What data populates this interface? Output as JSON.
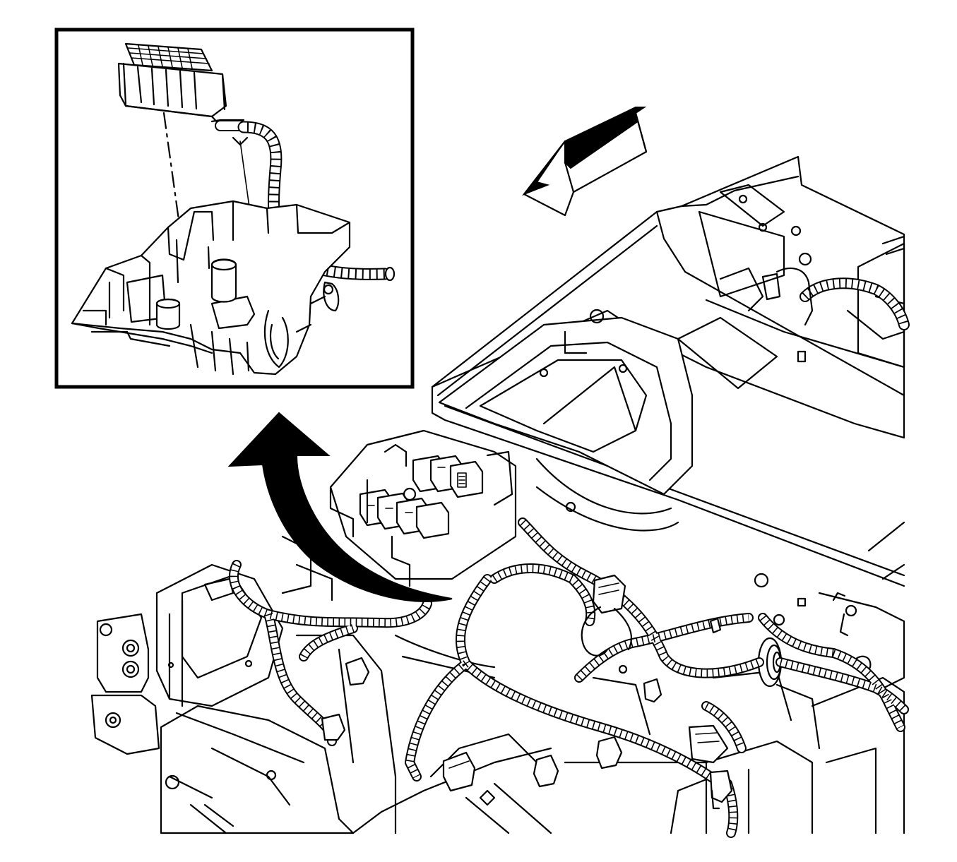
{
  "diagram": {
    "kind": "exploded service illustration",
    "style": "black line art on white",
    "colors": {
      "ink": "#000000",
      "paper": "#ffffff"
    }
  },
  "inset": {
    "parts": [
      "connector-block",
      "wire-harness",
      "mounting-bracket"
    ]
  },
  "arrows": [
    {
      "name": "direction-arrow",
      "icon": "block-arrow-left",
      "style": "outlined 3d"
    },
    {
      "name": "removal-arrow",
      "icon": "curved-arrow-up",
      "style": "solid black"
    }
  ]
}
